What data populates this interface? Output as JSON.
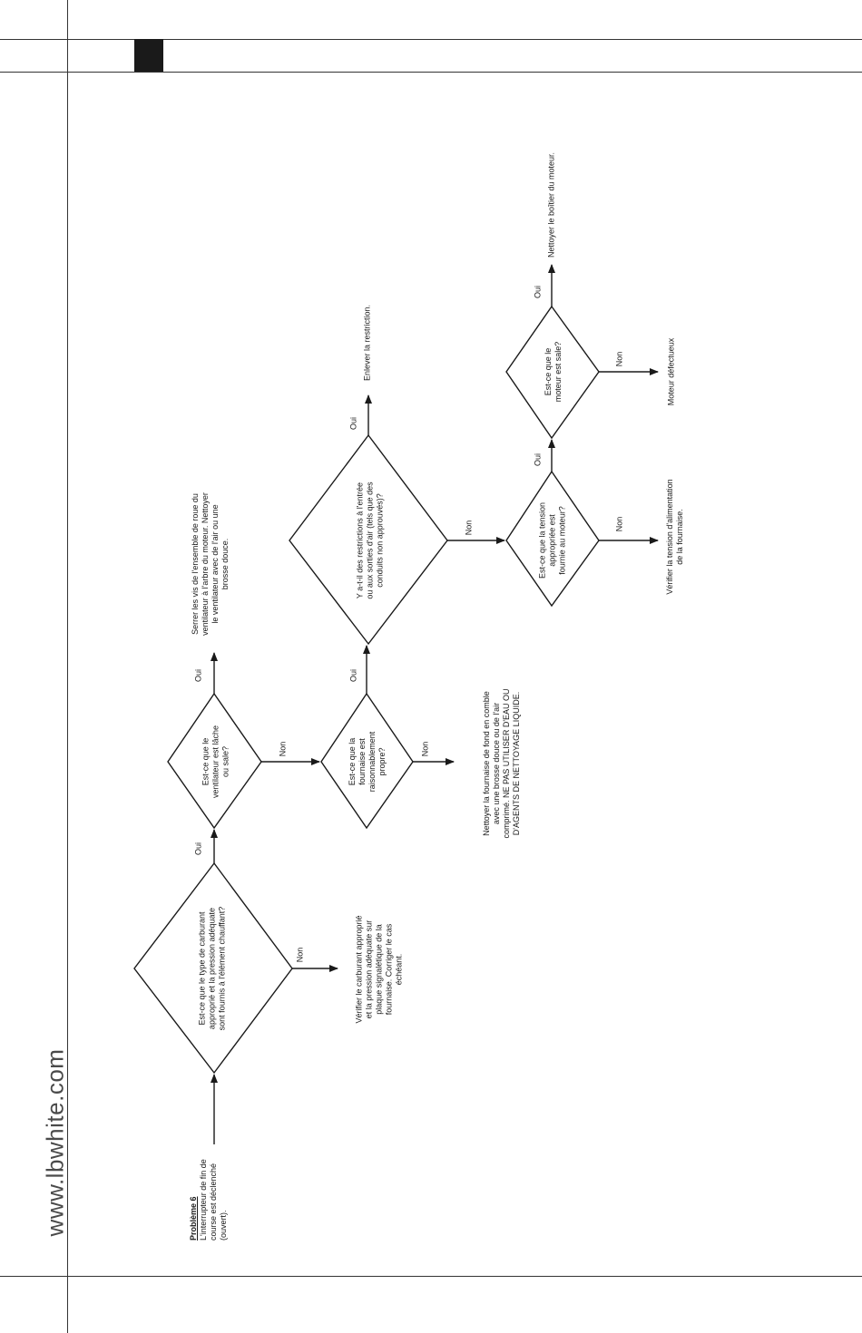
{
  "header": {
    "site_url": "www.lbwhite.com"
  },
  "problem": {
    "title": "Problème 6",
    "description": "L'interrupteur de fin de course est déclenché (ouvert)."
  },
  "nodes": {
    "q_fuel": "Est-ce que le type de carburant approprié et la pression adéquate sont fournis à l'élément chauffant?",
    "a_check_fuel": "Vérifier le carburant approprié et la pression adéquate sur plaque signalétique de la fournaise. Corriger le cas échéant.",
    "q_fan": "Est-ce que le ventilateur est lâche ou sale?",
    "a_tighten": "Serrer les vis de l'ensemble de roue du ventilateur à l'arbre du moteur. Nettoyer le ventilateur avec de l'air ou une brosse douce.",
    "q_clean": "Est-ce que la fournaise est raisonnablement propre?",
    "a_clean_furnace": "Nettoyer la fournaise de fond en comble avec une brosse douce ou de l'air comprimé. NE PAS UTILISER D'EAU OU D'AGENTS DE NETTOYAGE LIQUIDE.",
    "q_restrictions": "Y a-t-il des restrictions à l'entrée ou aux sorties d'air (tels que des conduits non approuvés)?",
    "a_remove": "Enlever la restriction.",
    "q_voltage": "Est-ce que la tension appropriée est fournie au moteur?",
    "a_check_voltage": "Vérifier la tension d'alimentation de la fournaise.",
    "q_motor_dirty": "Est-ce que le moteur est sale?",
    "a_clean_motor": "Nettoyer le boîtier du moteur.",
    "a_motor_defective": "Moteur défectueux"
  },
  "labels": {
    "yes": "Oui",
    "no": "Non"
  }
}
